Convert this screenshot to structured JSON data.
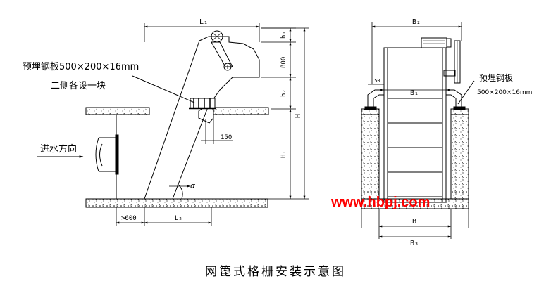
{
  "left_view": {
    "dims": {
      "L1": "L₁",
      "h1": "h₁",
      "h800": "800",
      "h2": "h₂",
      "H": "H",
      "H1": "H₁",
      "d150": "150",
      "d600": ">600",
      "L2": "L₂"
    },
    "angle_label": "α",
    "plate_note_line1": "预埋钢板500×200×16mm",
    "plate_note_line2": "二侧各设一块",
    "flow_label": "进水方向"
  },
  "right_view": {
    "dims": {
      "B2": "B₂",
      "B1": "B₁",
      "d150": "150",
      "B": "B",
      "B3": "B₃"
    },
    "plate_note_line1": "预埋钢板",
    "plate_note_line2": "500×200×16mm"
  },
  "watermark": "www.hbpj.com",
  "colors": {
    "watermark": "#ff0000",
    "line": "#000000"
  },
  "caption": "网箆式格栅安装示意图"
}
